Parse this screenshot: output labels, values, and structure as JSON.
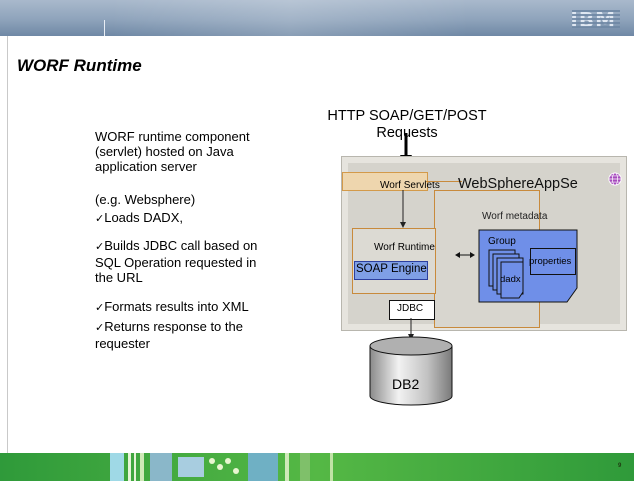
{
  "header": {
    "logo": "IBM"
  },
  "slide": {
    "title": "WORF Runtime",
    "page_number": "9"
  },
  "bullets": [
    {
      "lines": [
        "WORF runtime component",
        "(servlet) hosted on Java",
        "application server"
      ],
      "check": false
    },
    {
      "lines": [
        "(e.g. Websphere)"
      ],
      "check": false
    },
    {
      "lines": [
        "Loads DADX,"
      ],
      "check": true
    },
    {
      "lines": [
        "Builds JDBC call based on",
        "SQL Operation requested in",
        "the URL"
      ],
      "check": true
    },
    {
      "lines": [
        "Formats results into XML"
      ],
      "check": true
    },
    {
      "lines": [
        "Returns response to the",
        "requester"
      ],
      "check": true
    }
  ],
  "checkmark": "✓",
  "diagram": {
    "http_line1": "HTTP SOAP/GET/POST",
    "http_line2": "Requests",
    "appserver": "WebSphereAppSe",
    "worf_servlets": "Worf Servlets",
    "worf_metadata": "Worf metadata",
    "worf_runtime": "Worf Runtime",
    "soap_engine": "SOAP Engine",
    "group": "Group",
    "properties": "properties",
    "dadx": "dadx",
    "jdbc": "JDBC",
    "db2": "DB2",
    "icons": [
      "globe-icon",
      "database-icon"
    ]
  },
  "colors": {
    "header_blue": "#8ea3bb",
    "panel_gray": "#d5d3cc",
    "frame_orange": "#c88a3c",
    "doc_blue": "#6f8fe8",
    "soap_blue": "#7f9fe6",
    "footer_green": "#3aa83c"
  }
}
